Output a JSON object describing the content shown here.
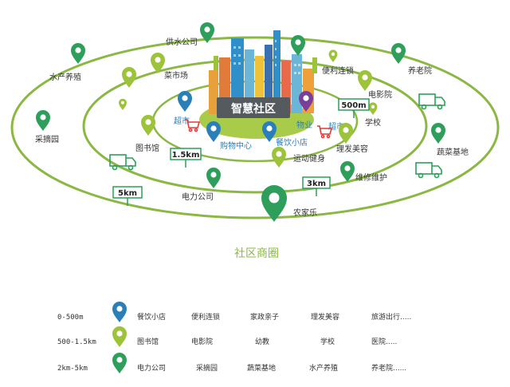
{
  "center": {
    "title": "智慧社区"
  },
  "ring_labels": {
    "inner": [
      "超市",
      "购物中心",
      "餐饮小店",
      "物业",
      "超市"
    ],
    "middle": [
      "菜市场",
      "便利连锁",
      "电影院",
      "学校",
      "理发美容",
      "运动健身",
      "维修维护",
      "图书馆"
    ],
    "outer": [
      "供水公司",
      "水产养殖",
      "养老院",
      "采摘园",
      "蔬菜基地",
      "电力公司",
      "农家乐"
    ]
  },
  "distances": [
    "500m",
    "1.5km",
    "5km",
    "3km"
  ],
  "caption": "社区商圈",
  "legend": [
    {
      "range": "0-500m",
      "color": "#2a7fb8",
      "items": [
        "餐饮小店",
        "便利连锁",
        "家政亲子",
        "理发美容",
        "旅游出行....."
      ]
    },
    {
      "range": "500-1.5km",
      "color": "#9dc33b",
      "items": [
        "图书馆",
        "电影院",
        "幼教",
        "学校",
        "医院....."
      ]
    },
    {
      "range": "2km-5km",
      "color": "#2e9e5b",
      "items": [
        "电力公司",
        "采摘园",
        "蔬菜基地",
        "水产养殖",
        "养老院......"
      ]
    }
  ],
  "colors": {
    "ring": "#8bb845",
    "blue_pin": "#2a7fb8",
    "lime_pin": "#9dc33b",
    "green_pin": "#2e9e5b",
    "cart": "#e03a3a",
    "sign_border": "#2e9e5b"
  }
}
